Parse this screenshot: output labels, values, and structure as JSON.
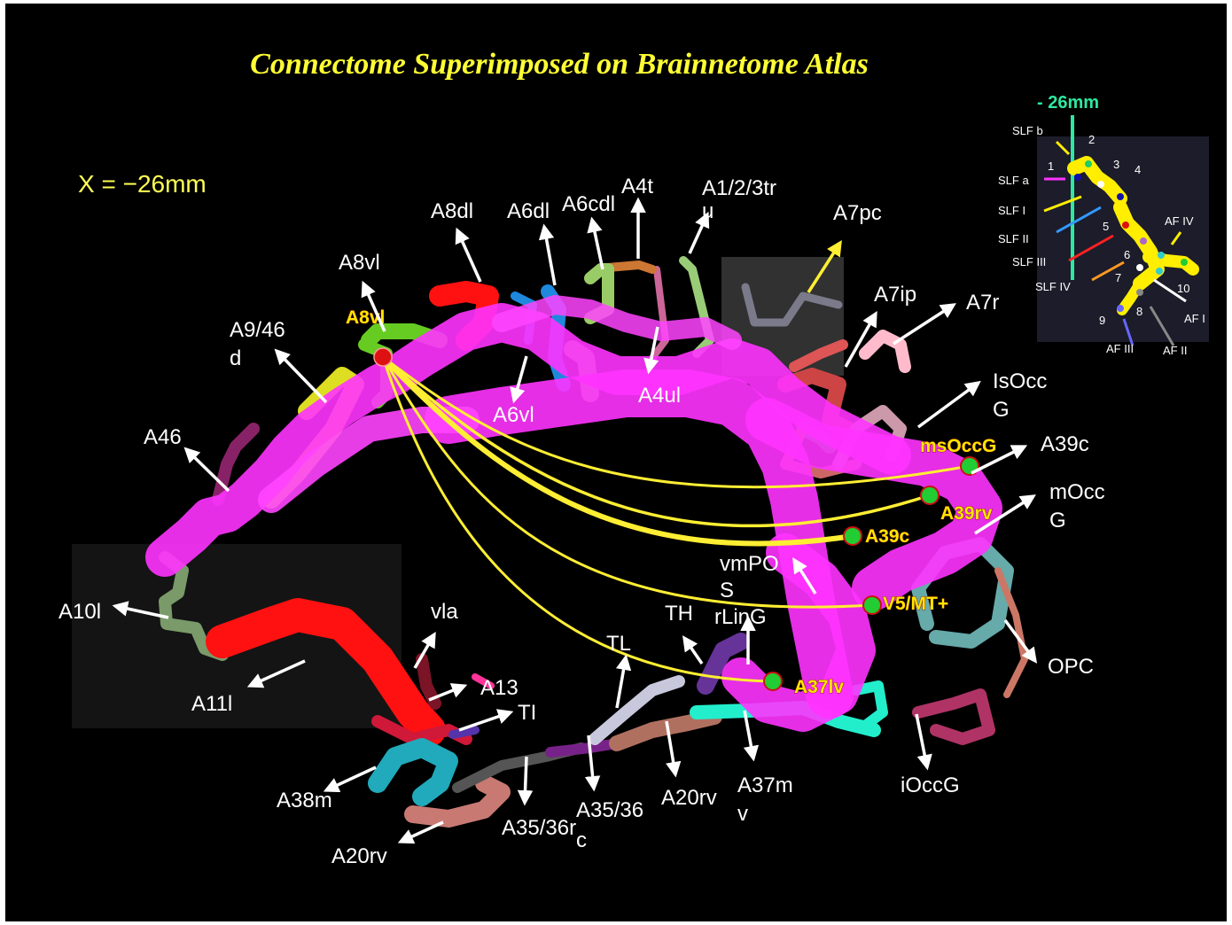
{
  "title": "Connectome Superimposed on Brainnetome Atlas",
  "slice_label": "X = −26mm",
  "colors": {
    "tract": "#ff33ff",
    "streamline": "#ffee33",
    "seed": "#dd1111",
    "target": "#22cc33"
  },
  "region_labels": [
    {
      "id": "a8dl",
      "lines": [
        "A8dl"
      ]
    },
    {
      "id": "a6dl",
      "lines": [
        "A6dl"
      ]
    },
    {
      "id": "a6cdl",
      "lines": [
        "A6cdl"
      ]
    },
    {
      "id": "a4t",
      "lines": [
        "A4t"
      ]
    },
    {
      "id": "a123tru",
      "lines": [
        "A1/2/3tr",
        "u"
      ]
    },
    {
      "id": "a7pc",
      "lines": [
        "A7pc"
      ]
    },
    {
      "id": "a8vl",
      "lines": [
        "A8vl"
      ]
    },
    {
      "id": "a7ip",
      "lines": [
        "A7ip"
      ]
    },
    {
      "id": "a7r",
      "lines": [
        "A7r"
      ]
    },
    {
      "id": "a946d",
      "lines": [
        "A9/46",
        "d"
      ]
    },
    {
      "id": "isoccg",
      "lines": [
        "IsOcc",
        "G"
      ]
    },
    {
      "id": "a4ul",
      "lines": [
        "A4ul"
      ]
    },
    {
      "id": "a6vl",
      "lines": [
        "A6vl"
      ]
    },
    {
      "id": "a46",
      "lines": [
        "A46"
      ]
    },
    {
      "id": "a39c",
      "lines": [
        "A39c"
      ]
    },
    {
      "id": "moccg",
      "lines": [
        "mOcc",
        "G"
      ]
    },
    {
      "id": "vmpos",
      "lines": [
        "vmPO",
        "S"
      ]
    },
    {
      "id": "rling",
      "lines": [
        "rLinG"
      ]
    },
    {
      "id": "th",
      "lines": [
        "TH"
      ]
    },
    {
      "id": "a10l",
      "lines": [
        "A10l"
      ]
    },
    {
      "id": "vla",
      "lines": [
        "vla"
      ]
    },
    {
      "id": "tl",
      "lines": [
        "TL"
      ]
    },
    {
      "id": "opc",
      "lines": [
        "OPC"
      ]
    },
    {
      "id": "a13",
      "lines": [
        "A13"
      ]
    },
    {
      "id": "a11l",
      "lines": [
        "A11l"
      ]
    },
    {
      "id": "ti",
      "lines": [
        "TI"
      ]
    },
    {
      "id": "a38m",
      "lines": [
        "A38m"
      ]
    },
    {
      "id": "a37mv",
      "lines": [
        "A37m",
        "v"
      ]
    },
    {
      "id": "ioccg",
      "lines": [
        "iOccG"
      ]
    },
    {
      "id": "a20rv_mid",
      "lines": [
        "A20rv"
      ]
    },
    {
      "id": "a3536",
      "lines": [
        "A35/36"
      ]
    },
    {
      "id": "a3536rc",
      "lines": [
        "A35/36r",
        "c"
      ]
    },
    {
      "id": "a20rv_low",
      "lines": [
        "A20rv"
      ]
    }
  ],
  "connection_labels": {
    "seed": "A8vl",
    "targets": [
      "msOccG",
      "A39rv",
      "A39c",
      "V5/MT+",
      "A37lv"
    ]
  },
  "inset": {
    "title": "- 26mm",
    "left_labels": [
      "SLF b",
      "SLF a",
      "SLF I",
      "SLF II",
      "SLF III",
      "SLF IV"
    ],
    "right_labels": [
      "AF IV",
      "AF I",
      "AF II",
      "AF III"
    ],
    "numbers": [
      "1",
      "2",
      "3",
      "4",
      "5",
      "6",
      "7",
      "8",
      "9",
      "10"
    ]
  }
}
